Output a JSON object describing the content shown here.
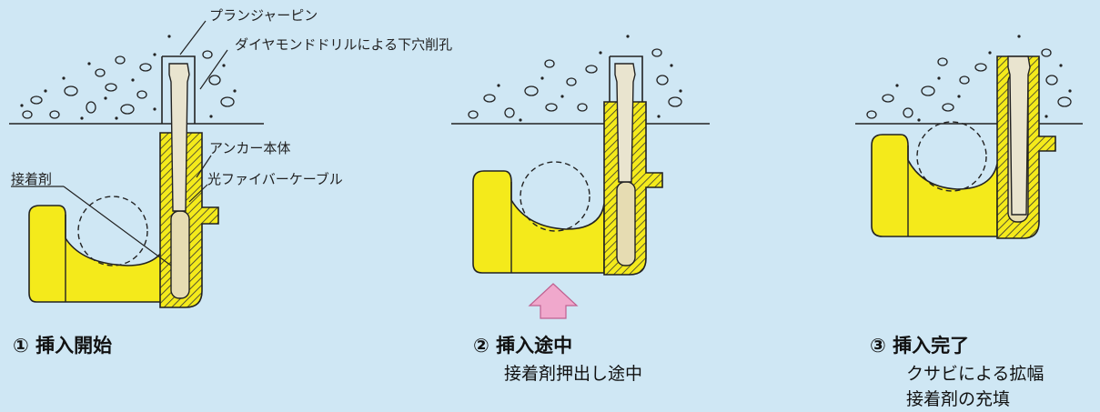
{
  "callouts": {
    "plunger_pin": "プランジャーピン",
    "drill_hole": "ダイヤモンドドリルによる下穴削孔",
    "anchor_body": "アンカー本体",
    "adhesive": "接着剤",
    "fiber_cable": "光ファイバーケーブル"
  },
  "steps": [
    {
      "title": "① 挿入開始",
      "sub": []
    },
    {
      "title": "② 挿入途中",
      "sub": [
        "接着剤押出し途中"
      ]
    },
    {
      "title": "③ 挿入完了",
      "sub": [
        "クサビによる拡幅",
        "接着剤の充填"
      ]
    }
  ],
  "colors": {
    "background": "#cfe7f4",
    "anchor": "#f4ea1b",
    "adhesive_fill": "#e6dcb2",
    "push_arrow": "#f0a8cc",
    "outline": "#222222"
  }
}
